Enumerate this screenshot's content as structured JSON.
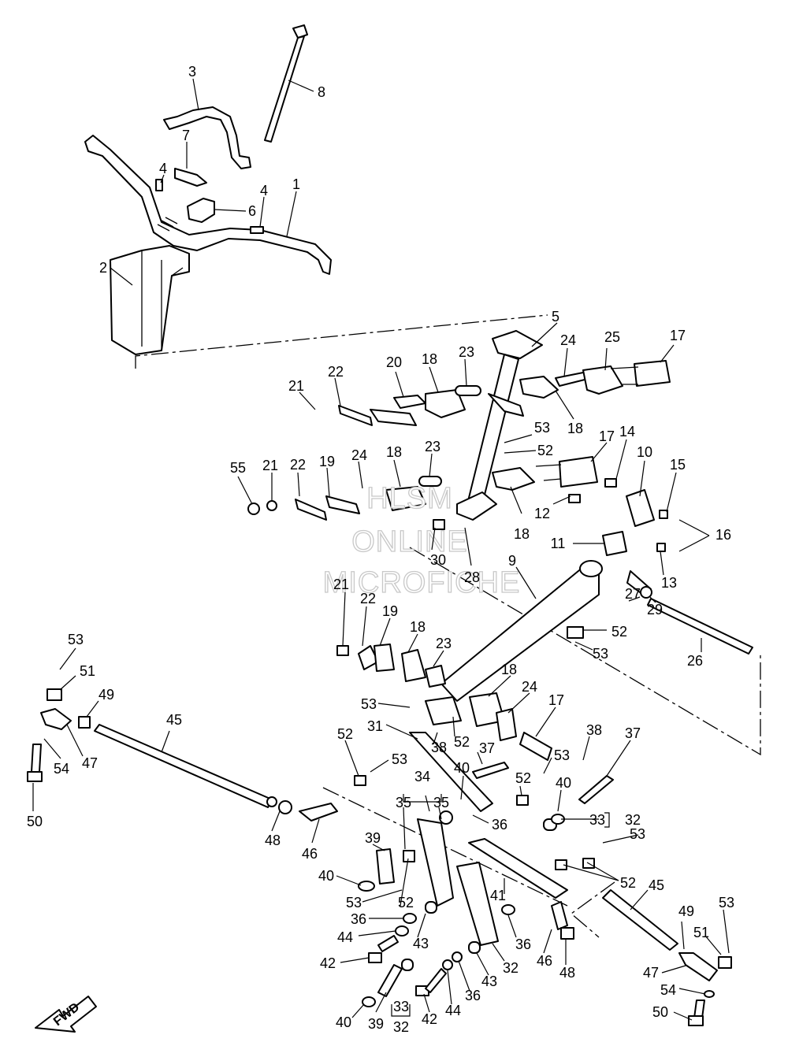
{
  "watermark": {
    "line1": "HLSM",
    "line2": "ONLINE",
    "line3": "MICROFICHE"
  },
  "direction_label": "FWD",
  "callouts": {
    "c1": "1",
    "c2": "2",
    "c3": "3",
    "c4a": "4",
    "c4b": "4",
    "c5": "5",
    "c6": "6",
    "c7": "7",
    "c8": "8",
    "c9": "9",
    "c10": "10",
    "c11": "11",
    "c12": "12",
    "c13": "13",
    "c14": "14",
    "c15": "15",
    "c16": "16",
    "c17a": "17",
    "c17b": "17",
    "c17c": "17",
    "c18a": "18",
    "c18b": "18",
    "c18c": "18",
    "c18d": "18",
    "c18e": "18",
    "c18f": "18",
    "c19a": "19",
    "c19b": "19",
    "c20": "20",
    "c21a": "21",
    "c21b": "21",
    "c21c": "21",
    "c22a": "22",
    "c22b": "22",
    "c22c": "22",
    "c23a": "23",
    "c23b": "23",
    "c23c": "23",
    "c24a": "24",
    "c24b": "24",
    "c24c": "24",
    "c25": "25",
    "c26": "26",
    "c27": "27",
    "c28": "28",
    "c29": "29",
    "c30": "30",
    "c31": "31",
    "c32a": "32",
    "c32b": "32",
    "c32c": "32",
    "c33a": "33",
    "c33b": "33",
    "c34": "34",
    "c35a": "35",
    "c35b": "35",
    "c36a": "36",
    "c36b": "36",
    "c36c": "36",
    "c36d": "36",
    "c37a": "37",
    "c37b": "37",
    "c38a": "38",
    "c38b": "38",
    "c39a": "39",
    "c39b": "39",
    "c40a": "40",
    "c40b": "40",
    "c40c": "40",
    "c40d": "40",
    "c41": "41",
    "c42a": "42",
    "c42b": "42",
    "c43a": "43",
    "c43b": "43",
    "c44a": "44",
    "c44b": "44",
    "c45a": "45",
    "c45b": "45",
    "c46a": "46",
    "c46b": "46",
    "c47a": "47",
    "c47b": "47",
    "c48a": "48",
    "c48b": "48",
    "c49a": "49",
    "c49b": "49",
    "c50a": "50",
    "c50b": "50",
    "c51a": "51",
    "c51b": "51",
    "c52a": "52",
    "c52b": "52",
    "c52c": "52",
    "c52d": "52",
    "c52e": "52",
    "c52f": "52",
    "c52g": "52",
    "c53a": "53",
    "c53b": "53",
    "c53c": "53",
    "c53d": "53",
    "c53e": "53",
    "c53f": "53",
    "c53g": "53",
    "c53h": "53",
    "c53i": "53",
    "c54a": "54",
    "c54b": "54",
    "c55": "55"
  }
}
